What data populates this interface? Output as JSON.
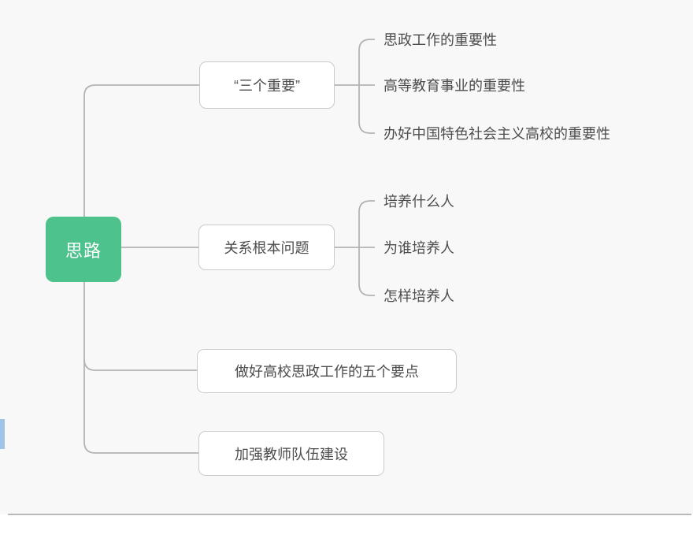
{
  "mindmap": {
    "root": {
      "label": "思路"
    },
    "branches": [
      {
        "label": "“三个重要”",
        "children": [
          "思政工作的重要性",
          "高等教育事业的重要性",
          "办好中国特色社会主义高校的重要性"
        ]
      },
      {
        "label": "关系根本问题",
        "children": [
          "培养什么人",
          "为谁培养人",
          "怎样培养人"
        ]
      },
      {
        "label": "做好高校思政工作的五个要点",
        "children": []
      },
      {
        "label": "加强教师队伍建设",
        "children": []
      }
    ]
  },
  "colors": {
    "root_bg": "#4ec28c",
    "root_text": "#ffffff",
    "node_border": "#cbcbcb",
    "node_text": "#4d4d4d",
    "connector_line": "#b3b3b3",
    "canvas_bg": "#f8f8f8",
    "divider": "#b9b9b9",
    "scroll_thumb": "#a0c4e8"
  }
}
